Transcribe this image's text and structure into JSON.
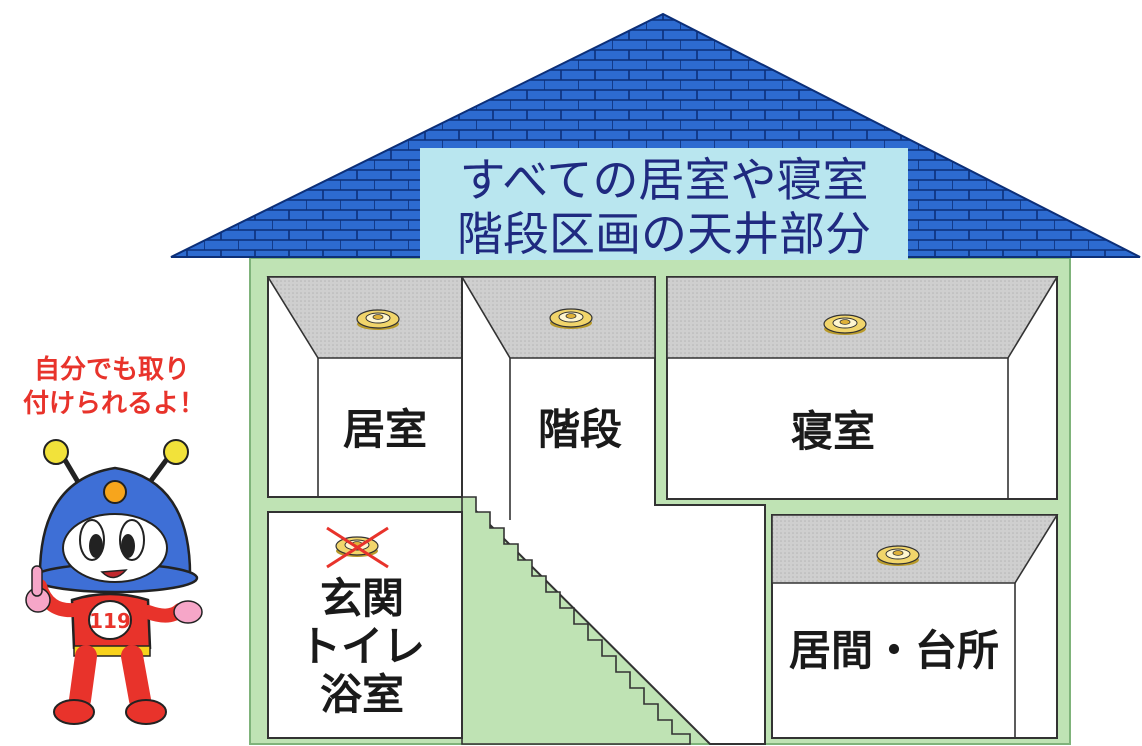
{
  "roof": {
    "line1": "すべての居室や寝室",
    "line2": "階段区画の天井部分"
  },
  "rooms": {
    "living_room": "居室",
    "stairs": "階段",
    "bedroom": "寝室",
    "entrance": {
      "line1": "玄関",
      "line2": "トイレ",
      "line3": "浴室"
    },
    "kitchen": "居間・台所"
  },
  "mascot": {
    "speech_line1": "自分でも取り",
    "speech_line2": "付けられるよ！",
    "badge_number": "119"
  },
  "colors": {
    "roof": "#2d6bd0",
    "wall": "#bfe3b4",
    "ceiling": "#c8c8c8",
    "detector": "#e9c95a",
    "accent_red": "#e8332b",
    "title_band": "#b9e6ef"
  },
  "icons": [
    "smoke-detector-icon",
    "not-required-cross-icon",
    "firefighter-mascot"
  ]
}
